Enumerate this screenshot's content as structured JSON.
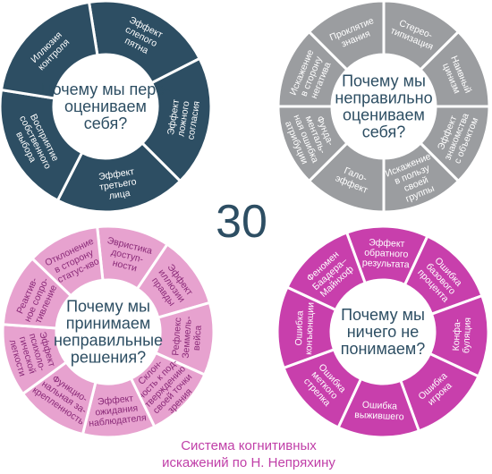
{
  "number": "30",
  "caption_lines": [
    "Система когнитивных",
    "искажений по Н. Непряхину"
  ],
  "wheels": [
    {
      "id": "overestimate",
      "color": "#2d4e63",
      "segment_text_color": "#ffffff",
      "center_text_color": "#2d4e63",
      "center_lines": [
        "Почему мы пере-",
        "оцениваем",
        "себя?"
      ],
      "segments": [
        [
          "Эффект",
          "слепого",
          "пятна"
        ],
        [
          "Эффект",
          "ложного",
          "согласия"
        ],
        [
          "Эффект",
          "третьего",
          "лица"
        ],
        [
          "Восприятие",
          "собственного",
          "выбора"
        ],
        [
          "Иллюзия",
          "контроля"
        ]
      ]
    },
    {
      "id": "misjudge",
      "color": "#9b9da0",
      "segment_text_color": "#ffffff",
      "center_text_color": "#2d4e63",
      "center_lines": [
        "Почему мы",
        "неправильно",
        "оцениваем",
        "себя?"
      ],
      "segments": [
        [
          "Стерео-",
          "типизация"
        ],
        [
          "Наивный",
          "цинизм"
        ],
        [
          "Эффект",
          "знакомства",
          "с объектом"
        ],
        [
          "Искажение",
          "в пользу",
          "своей",
          "группы"
        ],
        [
          "Гало-",
          "эффект"
        ],
        [
          "Фунда-",
          "менталь-",
          "ная ошибка",
          "атрибуции"
        ],
        [
          "Искажение",
          "в сторону",
          "негатива"
        ],
        [
          "Проклятие",
          "знания"
        ]
      ]
    },
    {
      "id": "decisions",
      "color": "#e7a2cf",
      "segment_text_color": "#8a2a78",
      "center_text_color": "#2d4e63",
      "center_lines": [
        "Почему мы",
        "принимаем",
        "неправильные",
        "решения?"
      ],
      "segments": [
        [
          "Эвристика",
          "доступ-",
          "ности"
        ],
        [
          "Эффект",
          "иллюзии",
          "правды"
        ],
        [
          "Рефлекс",
          "Земмель-",
          "вейса"
        ],
        [
          "Склон-",
          "ность к под-",
          "тверждению",
          "своей точки",
          "зрения"
        ],
        [
          "Эффект",
          "ожидания",
          "наблюдателя"
        ],
        [
          "Функцио-",
          "нальная за-",
          "крепленность"
        ],
        [
          "Эффект",
          "психоло-",
          "гической",
          "легкости"
        ],
        [
          "Реактив-",
          "ное сопро-",
          "тивление"
        ],
        [
          "Отклонение",
          "в сторону",
          "статус-кво"
        ]
      ]
    },
    {
      "id": "understand",
      "color": "#c83fac",
      "segment_text_color": "#ffffff",
      "center_text_color": "#2d4e63",
      "center_lines": [
        "Почему мы",
        "ничего не",
        "понимаем?"
      ],
      "segments": [
        [
          "Эффект",
          "обратного",
          "результата"
        ],
        [
          "Ошибка",
          "базового",
          "процента"
        ],
        [
          "Конфа-",
          "буляция"
        ],
        [
          "Ошибка",
          "игрока"
        ],
        [
          "Ошибка",
          "выжившего"
        ],
        [
          "Ошибка",
          "меткого",
          "стрелка"
        ],
        [
          "Ошибка",
          "конъюнкции"
        ],
        [
          "Феномен",
          "Баадера–",
          "Майнхоф"
        ]
      ]
    }
  ]
}
